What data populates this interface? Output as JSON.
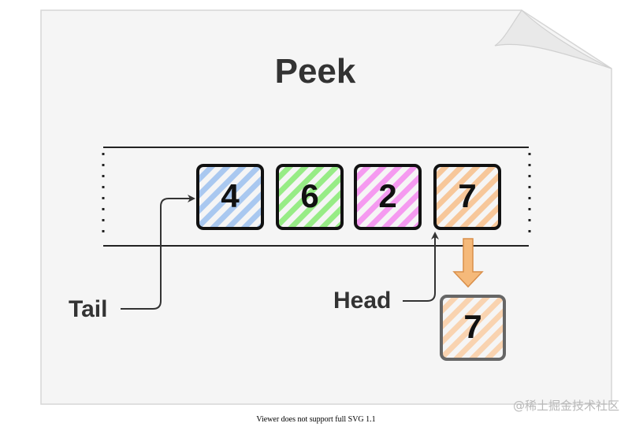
{
  "title": "Peek",
  "queue": {
    "items": [
      {
        "value": "4",
        "color": "#a9c8f0"
      },
      {
        "value": "6",
        "color": "#97ec86"
      },
      {
        "value": "2",
        "color": "#f59af0"
      },
      {
        "value": "7",
        "color": "#f7c79a"
      }
    ]
  },
  "labels": {
    "tail": "Tail",
    "head": "Head"
  },
  "peeked": {
    "value": "7",
    "color": "#f9d3b0"
  },
  "arrow_color": "#f5b97a",
  "footer_text": "Viewer does not support full SVG 1.1",
  "watermark": "@稀土掘金技术社区"
}
